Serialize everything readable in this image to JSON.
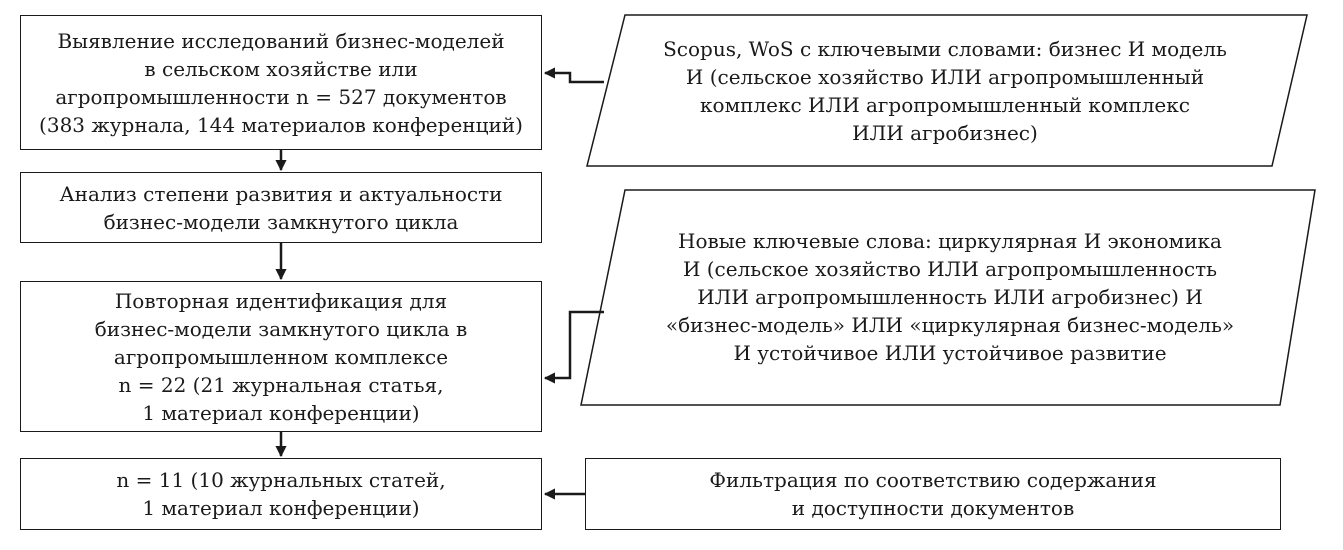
{
  "steps": [
    {
      "lines": [
        "Выявление исследований бизнес-моделей",
        "в сельском хозяйстве или",
        "агропромышленности n = 527 документов",
        "(383 журнала, 144 материалов конференций)"
      ]
    },
    {
      "lines": [
        "Анализ степени развития и актуальности",
        "бизнес-модели замкнутого цикла"
      ]
    },
    {
      "lines": [
        "Повторная идентификация для",
        "бизнес-модели замкнутого цикла в",
        "агропромышленном комплексе",
        "n = 22 (21 журнальная статья,",
        "1 материал конференции)"
      ]
    },
    {
      "lines": [
        "n = 11 (10 журнальных статей,",
        "1 материал конференции)"
      ]
    }
  ],
  "inputs": [
    {
      "lines": [
        "Scopus, WoS с ключевыми словами: бизнес И модель",
        "И (сельское хозяйство ИЛИ агропромышленный",
        "комплекс ИЛИ агропромышленный комплекс",
        "ИЛИ агробизнес)"
      ]
    },
    {
      "lines": [
        "Новые ключевые слова: циркулярная И экономика",
        "И (сельское хозяйство ИЛИ агропромышленность",
        "ИЛИ агропромышленность ИЛИ агробизнес) И",
        "«бизнес-модель» ИЛИ «циркулярная бизнес-модель»",
        "И устойчивое ИЛИ устойчивое развитие"
      ]
    },
    {
      "lines": [
        "Фильтрация по соответствию содержания",
        "и доступности документов"
      ]
    }
  ],
  "colors": {
    "stroke": "#1a1a1a",
    "background": "#ffffff"
  }
}
